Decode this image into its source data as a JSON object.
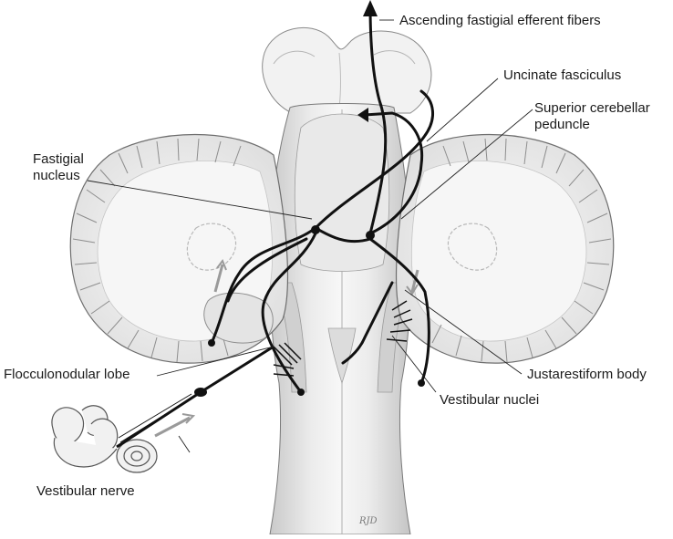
{
  "labels": {
    "ascending_fastigial_efferent": "Ascending fastigial efferent fibers",
    "uncinate_fasciculus": "Uncinate fasciculus",
    "superior_cerebellar_peduncle_line1": "Superior cerebellar",
    "superior_cerebellar_peduncle_line2": "peduncle",
    "fastigial_nucleus_line1": "Fastigial",
    "fastigial_nucleus_line2": "nucleus",
    "flocculonodular_lobe": "Flocculonodular lobe",
    "justarestiform_body": "Justarestiform body",
    "vestibular_nuclei": "Vestibular nuclei",
    "vestibular_nerve": "Vestibular nerve"
  },
  "signature": "RJD",
  "colors": {
    "tissue_light": "#f3f3f3",
    "tissue_mid": "#d9d9d9",
    "tissue_shadow": "#b8b8b8",
    "outline": "#6e6e6e",
    "pathway": "#111111",
    "arrow_gray": "#9a9a9a"
  }
}
